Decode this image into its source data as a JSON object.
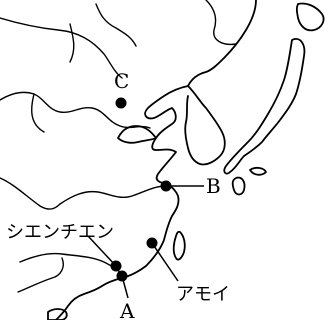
{
  "map": {
    "labels": {
      "A": "A",
      "B": "B",
      "C": "C",
      "shenzhen": "シエンチエン",
      "amoy": "アモイ"
    },
    "colors": {
      "ink": "#000000",
      "background": "#ffffff"
    }
  }
}
